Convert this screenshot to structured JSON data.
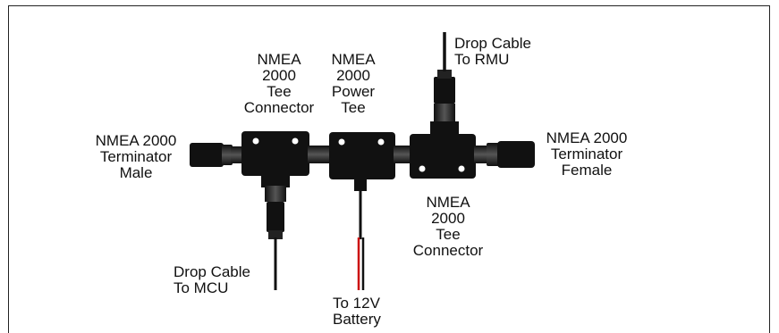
{
  "labels": {
    "terminator_male": "NMEA 2000\nTerminator\nMale",
    "tee_connector_left": "NMEA\n2000\nTee\nConnector",
    "power_tee": "NMEA\n2000\nPower\nTee",
    "drop_cable_rmu": "Drop Cable\nTo RMU",
    "terminator_female": "NMEA 2000\nTerminator\nFemale",
    "tee_connector_right": "NMEA\n2000\nTee\nConnector",
    "drop_cable_mcu": "Drop Cable\nTo MCU",
    "battery": "To 12V\nBattery"
  },
  "colors": {
    "component": "#111111",
    "screw": "#ffffff",
    "positive_wire": "#cc1111",
    "negative_wire": "#111111",
    "frame": "#222222"
  }
}
